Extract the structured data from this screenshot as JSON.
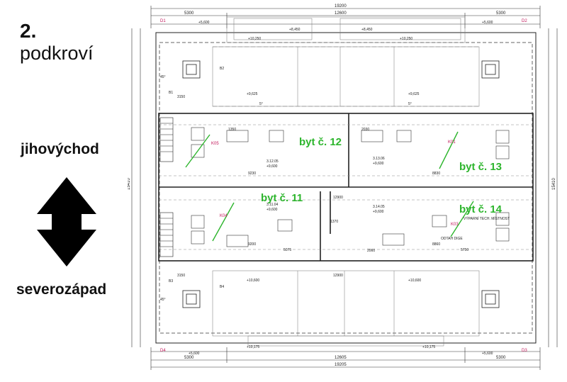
{
  "heading": {
    "number": "2.",
    "title": "podkroví"
  },
  "orientation": {
    "top": "jihovýchod",
    "bottom": "severozápad"
  },
  "units": [
    {
      "label": "byt č. 12"
    },
    {
      "label": "byt č. 13"
    },
    {
      "label": "byt č. 11"
    },
    {
      "label": "byt č. 14"
    }
  ],
  "dimensions": {
    "overall_top": "19200",
    "inner_top": "12600",
    "overall_bottom": "19205",
    "inner_bottom": "12605",
    "left_width": "5300",
    "right_width": "5300",
    "side_height": "15410",
    "mid_top": "12900",
    "mid_bottom": "12900",
    "seg_1": "3150",
    "seg_2": "3150",
    "seg_3": "9230",
    "seg_4": "8830",
    "seg_5": "9200",
    "seg_6": "8860",
    "seg_7": "5075",
    "seg_8": "5750",
    "seg_9": "1370",
    "seg_10": "1350",
    "seg_11": "2030",
    "seg_12": "2060"
  },
  "levels": {
    "l1": "+5,600",
    "l2": "+8,450",
    "l3": "+8,450",
    "l4": "+10,250",
    "l5": "+10,250",
    "l6": "+5,600",
    "l7": "+9,625",
    "l8": "+9,625",
    "l9": "+10,600",
    "l10": "+10,600",
    "l11": "+10,175",
    "l12": "+10,175",
    "l13": "+5,600",
    "l14": "+5,600",
    "l15": "+9,600",
    "l16": "+9,600",
    "l17": "+9,600",
    "l18": "+9,600"
  },
  "rooms": {
    "r1": "3.12.05",
    "r2": "3.13.06",
    "r3": "3.11.04",
    "r4": "3.14.05",
    "note1": "ODTAH DIGE",
    "note2": "VÝPARNÍ TECH. MÍSTNOST"
  },
  "tags": {
    "k05": "K05",
    "k01": "K01",
    "k04": "K04",
    "k03": "K03",
    "d1": "D1",
    "d2": "D2",
    "d3": "D3",
    "d4": "D4",
    "b1": "B1",
    "b2": "B2",
    "b3": "B3",
    "b4": "B4"
  },
  "slope": "5°",
  "angle": "45°"
}
